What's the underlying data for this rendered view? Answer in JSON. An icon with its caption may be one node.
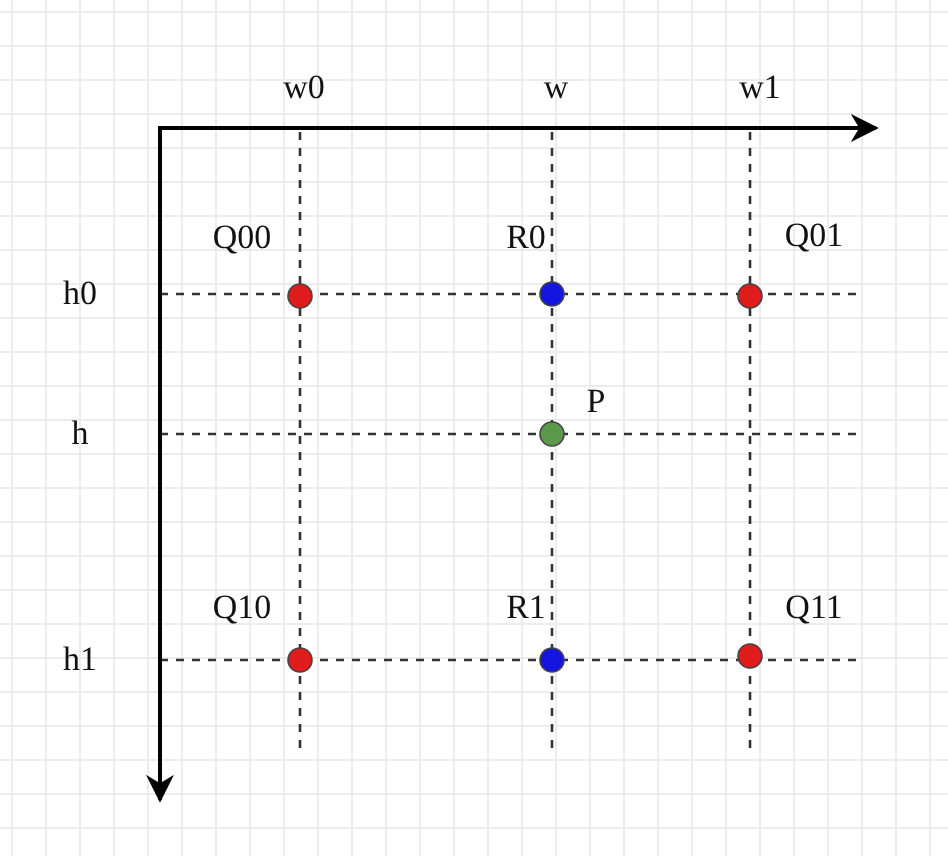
{
  "diagram": {
    "labels": [
      "w0",
      "w",
      "w1",
      "Q00",
      "R0",
      "Q01",
      "h0",
      "P",
      "h",
      "Q10",
      "R1",
      "Q11",
      "h1"
    ]
  }
}
